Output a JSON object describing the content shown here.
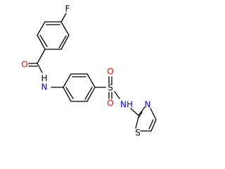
{
  "atoms": [
    {
      "id": "F",
      "label": "F",
      "color": "#000000"
    },
    {
      "id": "O",
      "label": "O",
      "color": "#ff0000"
    },
    {
      "id": "NH1",
      "label": "H",
      "color": "#000000"
    },
    {
      "id": "N1",
      "label": "N",
      "color": "#0000ff"
    },
    {
      "id": "S",
      "label": "S",
      "color": "#000000"
    },
    {
      "id": "O2",
      "label": "O",
      "color": "#ff0000"
    },
    {
      "id": "O3",
      "label": "O",
      "color": "#ff0000"
    },
    {
      "id": "NH2",
      "label": "NH",
      "color": "#0000ff"
    },
    {
      "id": "N3",
      "label": "N",
      "color": "#0000ff"
    },
    {
      "id": "S2",
      "label": "S",
      "color": "#000000"
    }
  ],
  "colors": {
    "bond": "#000000",
    "oxygen": "#ff0000",
    "nitrogen": "#0000ff",
    "sulfur": "#000000",
    "fluorine": "#000000"
  }
}
